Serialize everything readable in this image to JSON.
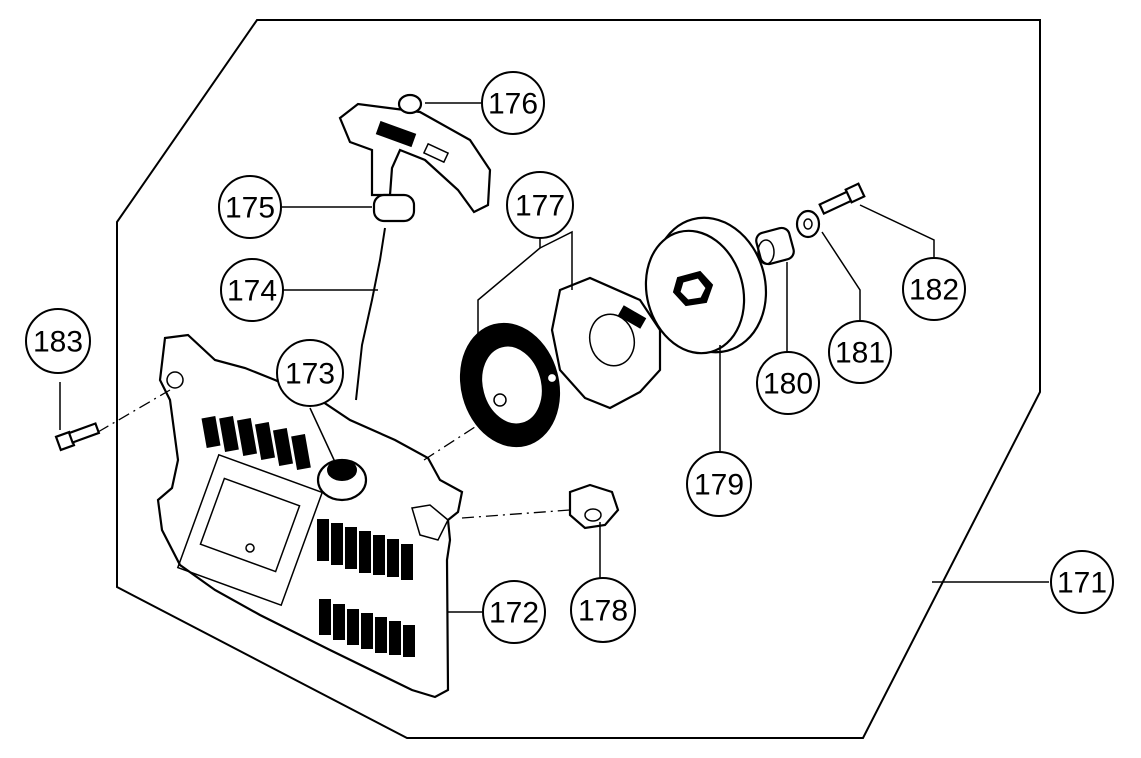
{
  "callouts": [
    {
      "id": "c171",
      "label": "171"
    },
    {
      "id": "c172",
      "label": "172"
    },
    {
      "id": "c173",
      "label": "173"
    },
    {
      "id": "c174",
      "label": "174"
    },
    {
      "id": "c175",
      "label": "175"
    },
    {
      "id": "c176",
      "label": "176"
    },
    {
      "id": "c177",
      "label": "177"
    },
    {
      "id": "c178",
      "label": "178"
    },
    {
      "id": "c179",
      "label": "179"
    },
    {
      "id": "c180",
      "label": "180"
    },
    {
      "id": "c181",
      "label": "181"
    },
    {
      "id": "c182",
      "label": "182"
    },
    {
      "id": "c183",
      "label": "183"
    }
  ]
}
